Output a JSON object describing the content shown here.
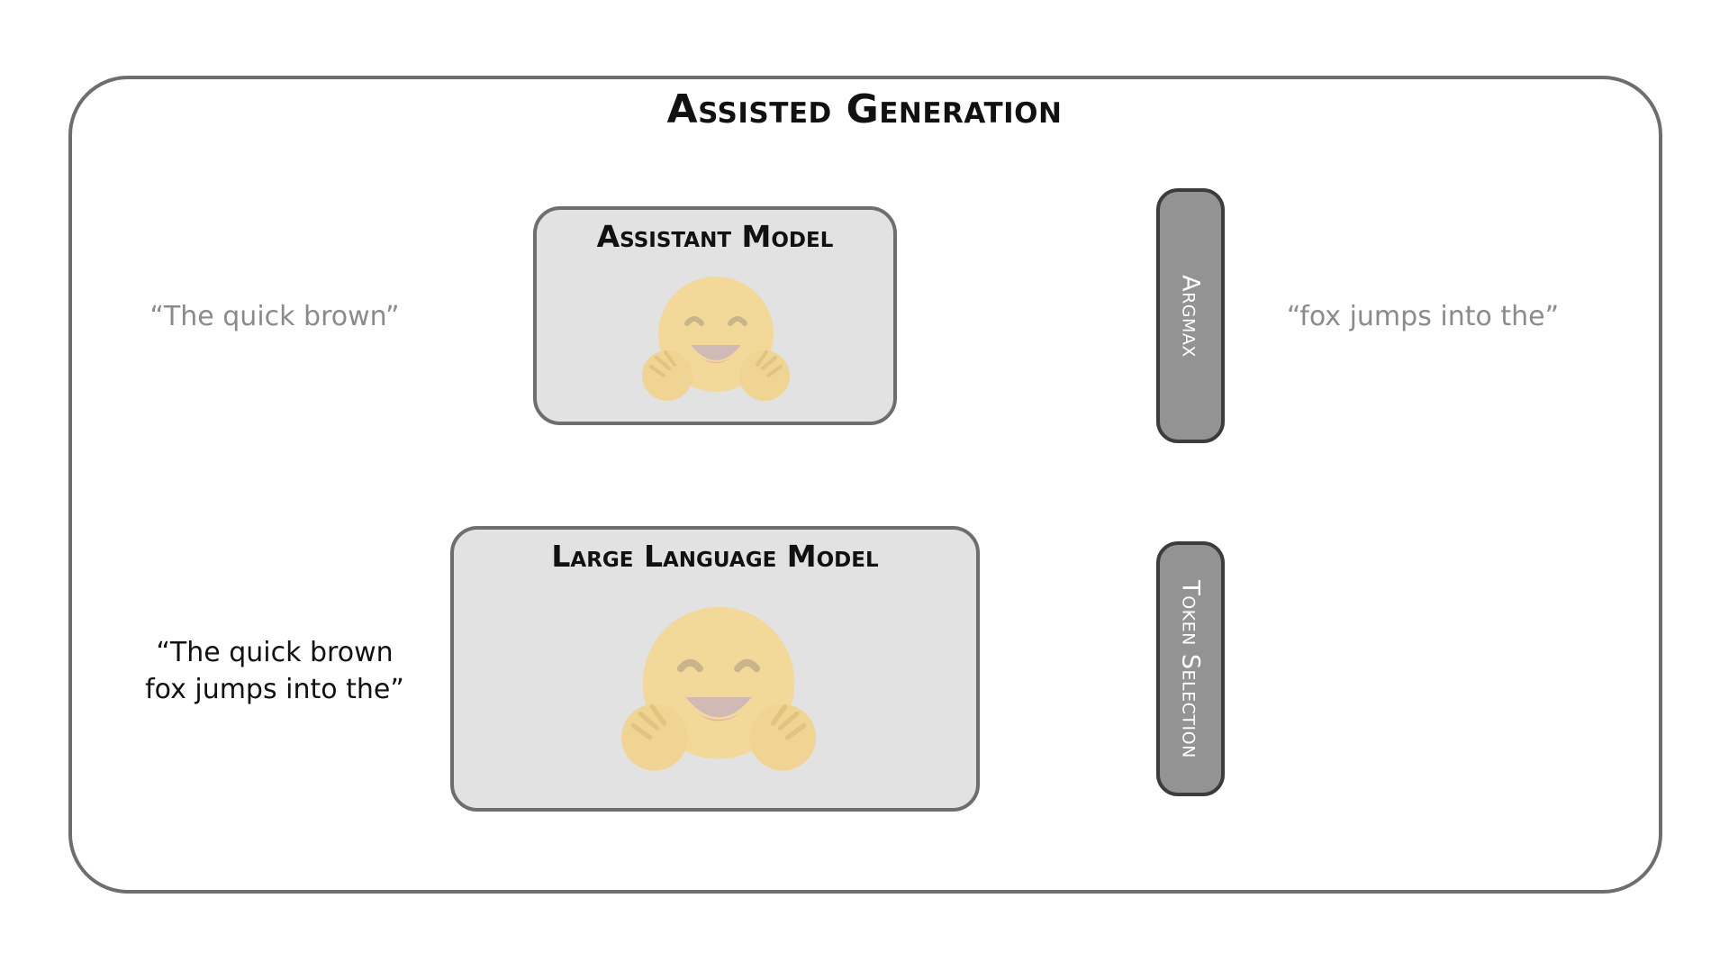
{
  "title": "Assisted Generation",
  "assistant_model": {
    "label": "Assistant Model",
    "emoji": "hugging-face-emoji"
  },
  "large_language_model": {
    "label": "Large Language Model",
    "emoji": "hugging-face-emoji"
  },
  "steps": {
    "argmax": "Argmax",
    "token_selection": "Token Selection"
  },
  "texts": {
    "assistant_input": "“The quick brown”",
    "assistant_output": "“fox jumps into the”",
    "llm_input_line1": "“The quick brown",
    "llm_input_line2": "fox jumps into the”"
  },
  "colors": {
    "frame_border": "#6e6e6e",
    "model_box_fill": "#e2e2e2",
    "pill_fill": "#939393",
    "pill_border": "#3c3c3c",
    "faded_text": "#8b8b8b",
    "emoji_face": "#f2d99a"
  }
}
